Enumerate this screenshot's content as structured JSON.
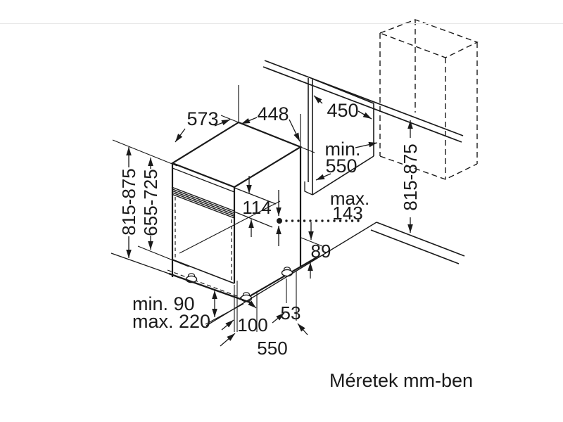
{
  "caption": "Méretek mm-ben",
  "units": "mm",
  "diagram_type": "dishwasher-installation-dimensions",
  "dimensions": {
    "top_width": "573",
    "top_depth": "448",
    "niche_depth": "450",
    "niche_width_min_word": "min.",
    "niche_width_min_value": "550",
    "hose_max_word": "max.",
    "hose_max_value": "143",
    "appliance_height_left": "815-875",
    "front_panel_height": "655-725",
    "niche_height_right": "815-875",
    "control_panel_height": "114",
    "rear_clearance": "89",
    "foot_offset": "53",
    "front_offset": "100",
    "plinth_min": "min. 90",
    "plinth_max": "max. 220",
    "depth_without_door": "550"
  }
}
